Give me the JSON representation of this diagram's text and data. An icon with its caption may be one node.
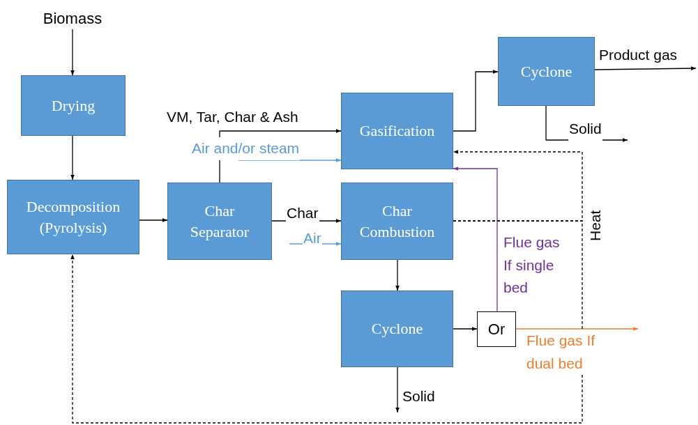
{
  "diagram": {
    "nodes": [
      {
        "text": [
          "Biomass"
        ]
      },
      {
        "text": [
          "Drying"
        ]
      },
      {
        "text": [
          "Decomposition (Pyrolysis)"
        ]
      },
      {
        "text": [
          "Char Separator"
        ]
      },
      {
        "text": [
          "Gasification"
        ]
      },
      {
        "text": [
          "Char Combustion"
        ]
      },
      {
        "text": [
          "Cyclone"
        ]
      },
      {
        "text": [
          "Cyclone"
        ]
      },
      {
        "text": [
          "Or"
        ]
      }
    ],
    "edges": [
      {
        "from": 0,
        "to": 1,
        "arrow": "to"
      },
      {
        "from": 1,
        "to": 2,
        "arrow": "to"
      },
      {
        "from": 2,
        "to": 3,
        "arrow": "to"
      },
      {
        "from": 3,
        "to": 4,
        "arrow": "to",
        "label": "VM, Tar, Char & Ash"
      },
      {
        "from": 3,
        "to": 5,
        "arrow": "to",
        "label": "Char"
      },
      {
        "from": null,
        "to": 4,
        "arrow": "to",
        "label": "Air and/or steam",
        "color": "#5b9bd5"
      },
      {
        "from": null,
        "to": 5,
        "arrow": "to",
        "label": "Air",
        "color": "#5b9bd5"
      },
      {
        "from": 4,
        "to": 7,
        "arrow": "to"
      },
      {
        "from": 7,
        "to": null,
        "arrow": "to",
        "label": "Product gas"
      },
      {
        "from": 7,
        "to": null,
        "arrow": "to",
        "label": "Solid"
      },
      {
        "from": 5,
        "to": 6,
        "arrow": "to"
      },
      {
        "from": 6,
        "to": 8,
        "arrow": "to"
      },
      {
        "from": 6,
        "to": null,
        "arrow": "to",
        "label": "Solid"
      },
      {
        "from": 8,
        "to": 4,
        "arrow": "to",
        "label": "Flue gas If single bed",
        "color": "#7030a0"
      },
      {
        "from": 8,
        "to": null,
        "arrow": "to",
        "label": "Flue gas If dual bed",
        "color": "#ed7d31"
      },
      {
        "from": 5,
        "to": 4,
        "arrow": "to",
        "label": "Heat",
        "style": "dashed"
      },
      {
        "from": 5,
        "to": 2,
        "arrow": "to",
        "style": "dashed"
      }
    ]
  }
}
